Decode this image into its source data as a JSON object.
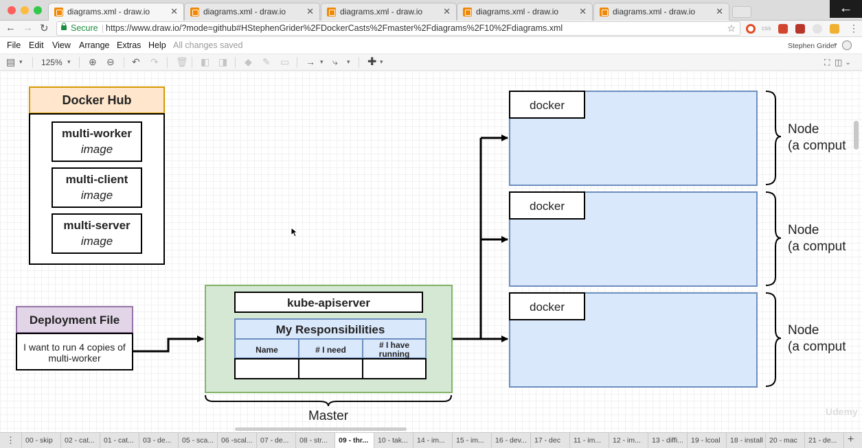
{
  "tabs": [
    {
      "title": "diagrams.xml - draw.io",
      "active": true
    },
    {
      "title": "diagrams.xml - draw.io",
      "active": false
    },
    {
      "title": "diagrams.xml - draw.io",
      "active": false
    },
    {
      "title": "diagrams.xml - draw.io",
      "active": false
    },
    {
      "title": "diagrams.xml - draw.io",
      "active": false
    }
  ],
  "address": {
    "secure_label": "Secure",
    "url": "https://www.draw.io/?mode=github#HStephenGrider%2FDockerCasts%2Fmaster%2Fdiagrams%2F10%2Fdiagrams.xml",
    "ext_css": "css"
  },
  "menu": {
    "items": [
      "File",
      "Edit",
      "View",
      "Arrange",
      "Extras",
      "Help"
    ],
    "status": "All changes saved",
    "user": "Stephen Grider"
  },
  "toolbar": {
    "zoom": "125%"
  },
  "diagram": {
    "docker_hub": {
      "title": "Docker Hub",
      "images": [
        {
          "name": "multi-worker",
          "kind": "image"
        },
        {
          "name": "multi-client",
          "kind": "image"
        },
        {
          "name": "multi-server",
          "kind": "image"
        }
      ]
    },
    "deployment": {
      "title": "Deployment File",
      "text_line1": "I want to run 4 copies of",
      "text_line2": "multi-worker"
    },
    "master": {
      "apiserver": "kube-apiserver",
      "responsibilities": "My Responsibilities",
      "col_name": "Name",
      "col_need": "# I need",
      "col_have_line1": "# I have",
      "col_have_line2": "running",
      "label": "Master"
    },
    "nodes": [
      {
        "docker": "docker",
        "label_line1": "Node",
        "label_line2": "(a comput"
      },
      {
        "docker": "docker",
        "label_line1": "Node",
        "label_line2": "(a comput"
      },
      {
        "docker": "docker",
        "label_line1": "Node",
        "label_line2": "(a comput"
      }
    ],
    "colors": {
      "hub_header": "#ffe6cc",
      "hub_border": "#d79b00",
      "deploy_header": "#e1d5e7",
      "deploy_border": "#9673a6",
      "master_fill": "#d5e8d4",
      "master_border": "#82b366",
      "node_fill": "#dae8fc",
      "node_border": "#6c8ebf"
    }
  },
  "pages": [
    "00 - skip",
    "02 - cat...",
    "01 - cat...",
    "03 - de...",
    "05 - sca...",
    "06 -scal...",
    "07 - de...",
    "08 - str...",
    "09 - thr...",
    "10 - tak...",
    "14 - im...",
    "15 - im...",
    "16 - dev...",
    "17 - dec",
    "11 - im...",
    "12 - im...",
    "13 - diffi...",
    "19 - lcoal",
    "18 - install",
    "20 - mac",
    "21 - de..."
  ],
  "active_page": 8,
  "watermark": "Udemy"
}
